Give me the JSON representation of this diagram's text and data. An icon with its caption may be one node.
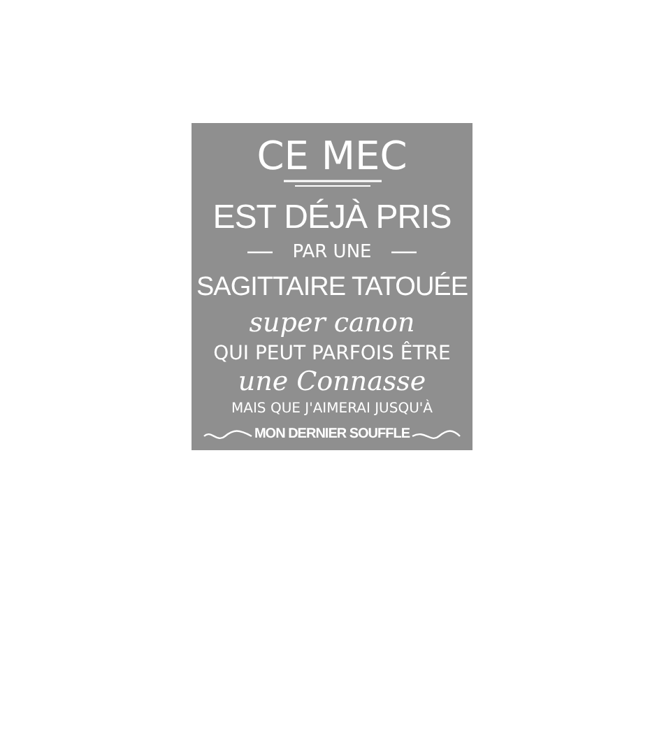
{
  "diagram": {
    "labels": [
      "CE MEC",
      "EST DÉJÀ PRIS",
      "PAR UNE",
      "SAGITTAIRE TATOUÉE",
      "super canon",
      "QUI PEUT PARFOIS ÊTRE",
      "une Connasse",
      "MAIS QUE J'AIMERAI JUSQU'À",
      "MON DERNIER SOUFFLE"
    ]
  }
}
